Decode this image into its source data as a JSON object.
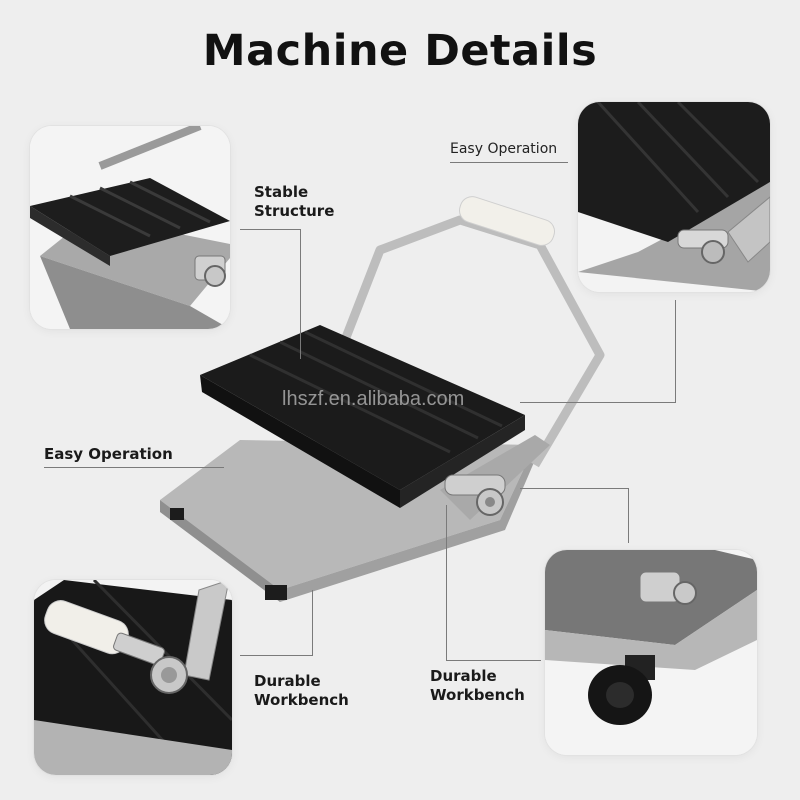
{
  "title": "Machine Details",
  "watermark": "lhszf.en.alibaba.com",
  "labels": {
    "stable_structure_line1": "Stable",
    "stable_structure_line2": "Structure",
    "easy_operation_top": "Easy Operation",
    "easy_operation_left": "Easy Operation",
    "durable_workbench_left_line1": "Durable",
    "durable_workbench_left_line2": "Workbench",
    "durable_workbench_right_line1": "Durable",
    "durable_workbench_right_line2": "Workbench"
  },
  "colors": {
    "background": "#eeeeee",
    "board": "#1b1b1b",
    "steel": "#b9b9b9",
    "handle": "#f2f0ea"
  }
}
